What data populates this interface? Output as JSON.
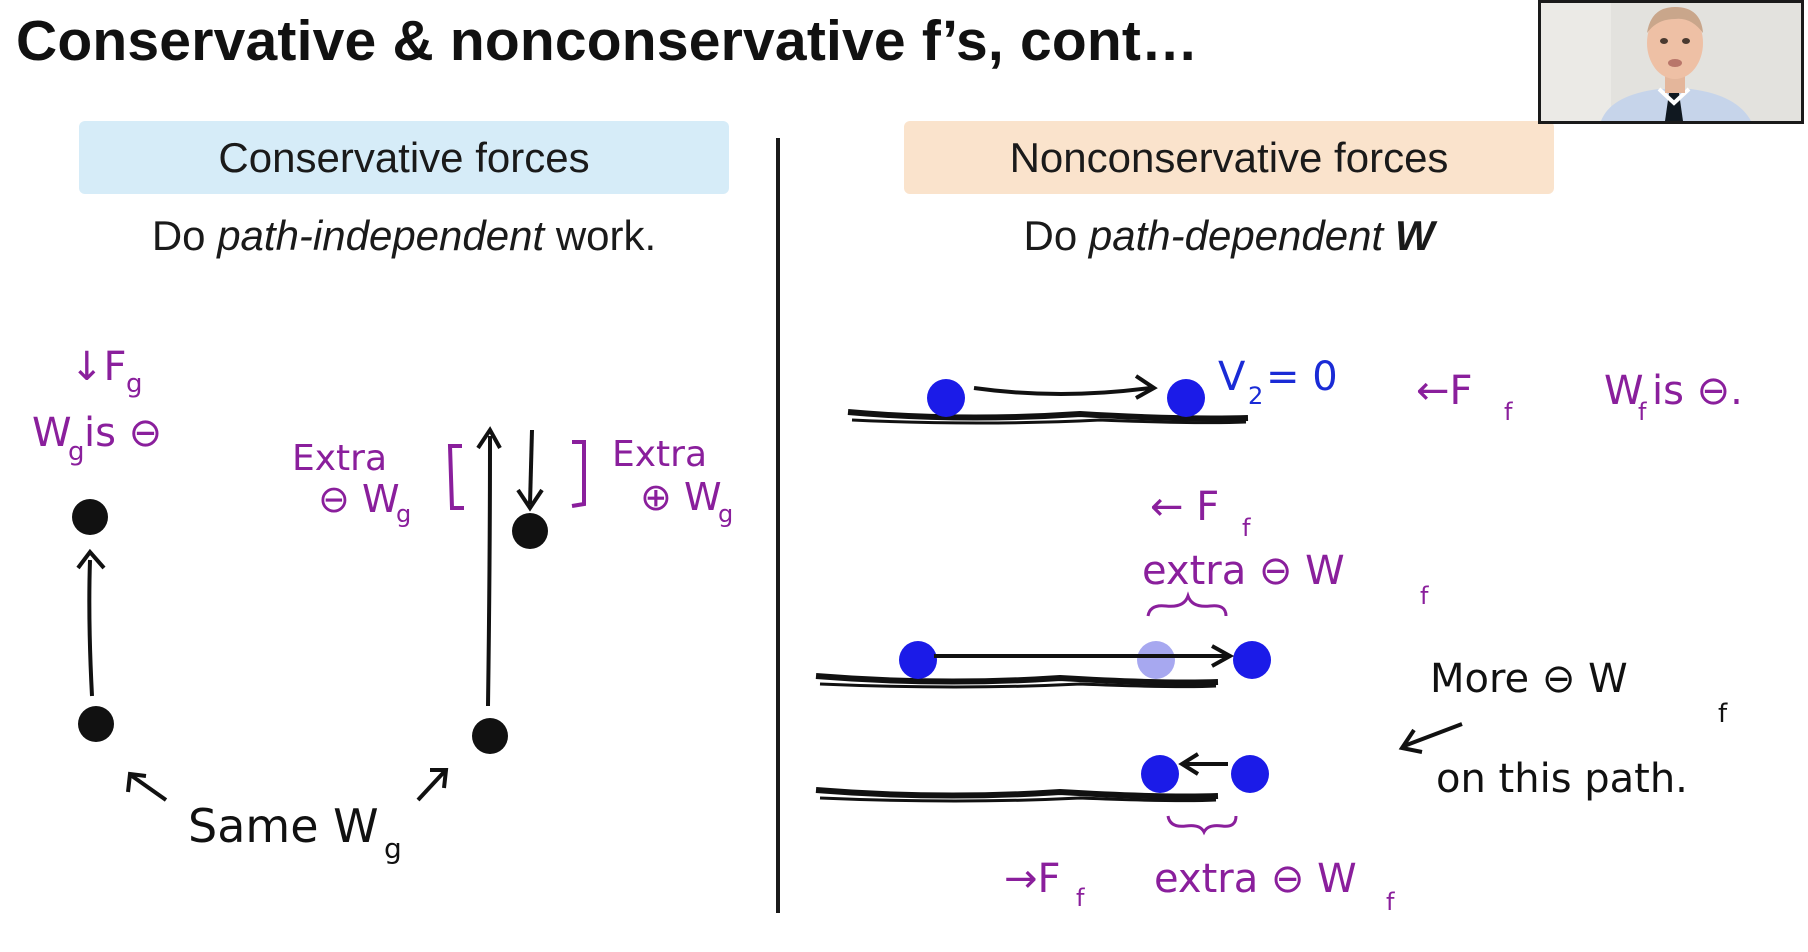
{
  "slide": {
    "title": "Conservative & nonconservative f’s, cont…"
  },
  "left_panel": {
    "header": "Conservative forces",
    "header_color": "#d6ecf8",
    "sub_prefix": "Do ",
    "sub_emphasis": "path-independent",
    "sub_suffix": " work."
  },
  "right_panel": {
    "header": "Nonconservative forces",
    "header_color": "#fae3cc",
    "sub_prefix": "Do ",
    "sub_emphasis": "path-dependent ",
    "sub_bold": "W"
  },
  "annotations": {
    "fg_arrow": "↓F",
    "fg_sub": "g",
    "wg_negative": "W",
    "wg_negative_sub": "g",
    "wg_negative_rest": " is ⊖",
    "extra_left": "Extra",
    "extra_left_sign": "⊖",
    "extra_left_w": "W",
    "extra_left_w_sub": "g",
    "extra_right": "Extra",
    "extra_right_sign": "⊕",
    "extra_right_w": "W",
    "extra_right_w_sub": "g",
    "same_wg": "Same W",
    "same_wg_sub": "g",
    "v2_zero": "V",
    "v2_sub": "2",
    "v2_rest": "= 0",
    "ff_left_arrow_1": "←F",
    "ff_sub_1": "f",
    "wf_negative": "W",
    "wf_negative_sub": "f",
    "wf_negative_rest": " is ⊖.",
    "ff_left_arrow_2": "← F",
    "ff_sub_2": "f",
    "extra_neg_wf_1": "extra ⊖ W",
    "extra_neg_wf_1_sub": "f",
    "more_neg_wf": "More ⊖ W",
    "more_neg_wf_sub": "f",
    "on_this_path": "on this path.",
    "ff_right_arrow": "→F",
    "ff_sub_3": "f",
    "extra_neg_wf_2": "extra ⊖ W",
    "extra_neg_wf_2_sub": "f"
  },
  "colors": {
    "ink_purple": "#8a1f9c",
    "ink_black": "#111111",
    "ink_blue": "#1a2bd6",
    "faded_blue": "#a7a8f0"
  }
}
